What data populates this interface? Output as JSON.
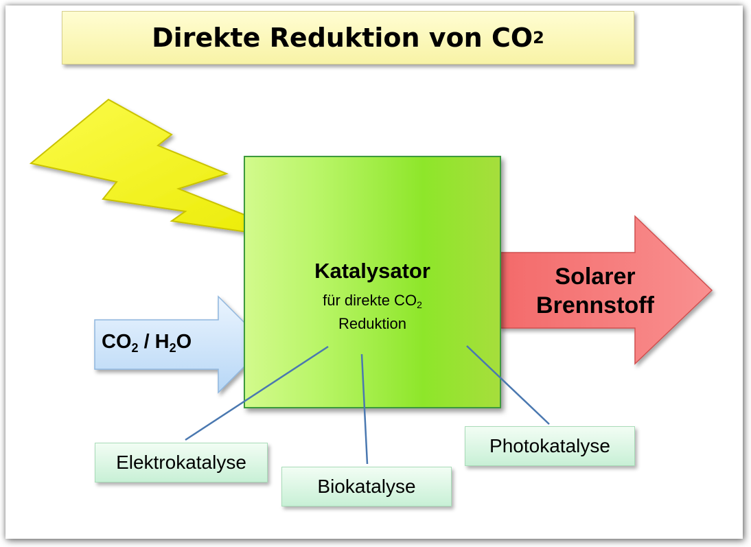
{
  "title": {
    "text": "Direkte Reduktion von CO",
    "subscript": "2"
  },
  "catalyst": {
    "title": "Katalysator",
    "line1": "für direkte CO",
    "line1_subscript": "2",
    "line2": "Reduktion"
  },
  "input_arrow": {
    "part1": "CO",
    "part1_subscript": "2",
    "part2": " / H",
    "part2_subscript": "2",
    "part3": "O"
  },
  "output_arrow": {
    "line1": "Solarer",
    "line2": "Brennstoff"
  },
  "methods": {
    "elektro": "Elektrokatalyse",
    "bio": "Biokatalyse",
    "photo": "Photokatalyse"
  },
  "colors": {
    "lightning": "#f5f50a",
    "catalyst": "#9ae632",
    "input_arrow": "#cfe6fb",
    "output_arrow": "#f57878",
    "connector": "#4a78b0",
    "title_box": "#fbf7b8",
    "method_box": "#dcf5e4"
  }
}
